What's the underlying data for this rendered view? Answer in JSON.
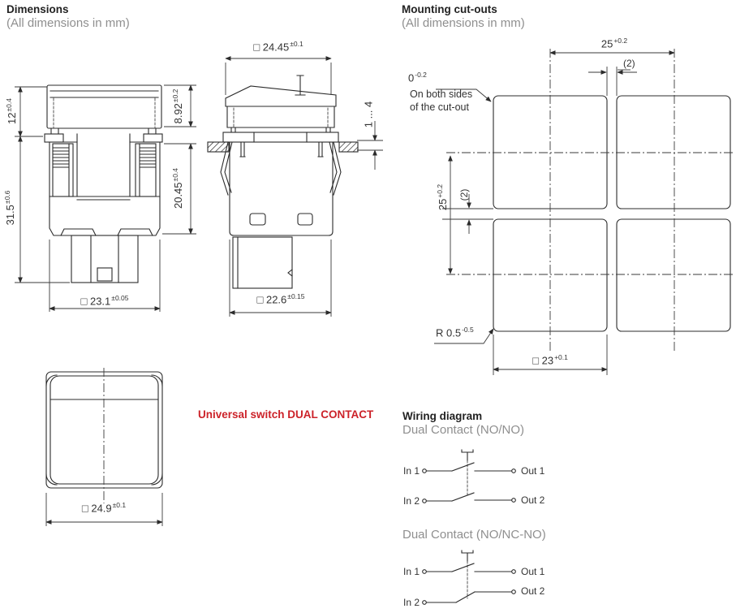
{
  "colors": {
    "line": "#2b2b2b",
    "text": "#333333",
    "muted": "#8f8f8f",
    "red": "#cc2229"
  },
  "dimensions_section": {
    "title": "Dimensions",
    "subtitle": "(All dimensions in mm)",
    "front_view": {
      "height_cap": {
        "value": "12",
        "tol": "±0.4"
      },
      "height_body": {
        "value": "31.5",
        "tol": "±0.6"
      },
      "cap_depth": {
        "value": "8.92",
        "tol": "±0.2"
      },
      "body_depth": {
        "value": "20.45",
        "tol": "±0.4"
      },
      "width_bottom": {
        "value": "□ 23.1",
        "tol": "±0.05"
      }
    },
    "side_view": {
      "width_top": {
        "value": "□ 24.45",
        "tol": "±0.1"
      },
      "panel_thickness": {
        "value": "1 ... 4"
      },
      "width_bottom": {
        "value": "□ 22.6",
        "tol": "±0.15"
      }
    },
    "face_view": {
      "width": {
        "value": "□ 24.9",
        "tol": "±0.1"
      }
    }
  },
  "product_label": "Universal switch DUAL CONTACT",
  "cutouts_section": {
    "title": "Mounting cut-outs",
    "subtitle": "(All dimensions in mm)",
    "pitch_horizontal": {
      "value": "25",
      "tol": "+0.2"
    },
    "web_horizontal": {
      "value": "(2)"
    },
    "depth_zero": {
      "value": "0",
      "tol": "-0.2"
    },
    "note_line1": "On both sides",
    "note_line2": "of the cut-out",
    "pitch_vertical": {
      "value": "25",
      "tol": "+0.2"
    },
    "web_vertical": {
      "value": "(2)"
    },
    "corner_radius": {
      "value": "R 0.5",
      "tol": "-0.5"
    },
    "cutout_width": {
      "value": "□ 23",
      "tol": "+0.1"
    }
  },
  "wiring_section": {
    "title": "Wiring diagram",
    "diagram_no_no": {
      "subtitle": "Dual Contact (NO/NO)",
      "in1": "In 1",
      "out1": "Out 1",
      "in2": "In 2",
      "out2": "Out 2"
    },
    "diagram_no_ncno": {
      "subtitle": "Dual Contact (NO/NC-NO)",
      "in1": "In 1",
      "out1": "Out 1",
      "in2": "In 2",
      "out2": "Out 2"
    }
  }
}
